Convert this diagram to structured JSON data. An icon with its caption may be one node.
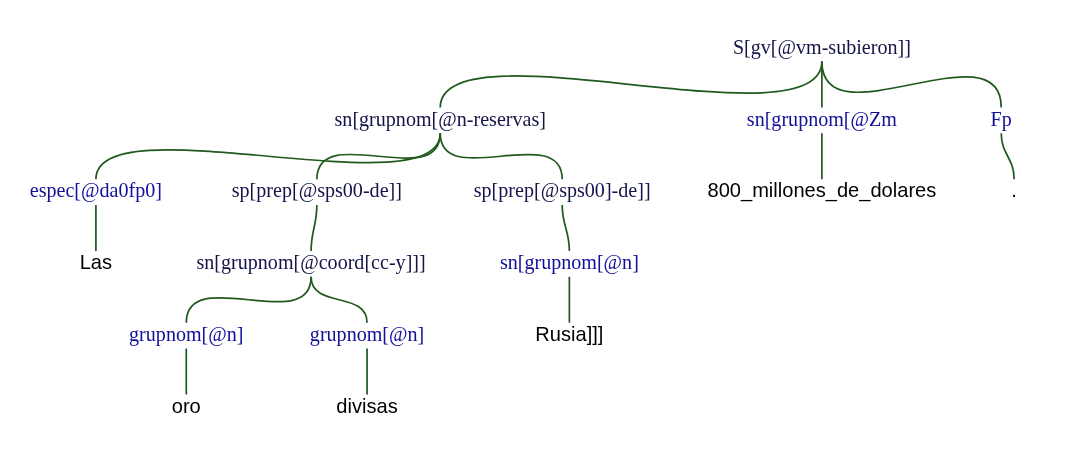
{
  "diagram": {
    "nodes": [
      {
        "text": [
          "S[gv[@vm-subieron]]"
        ]
      },
      {
        "text": [
          "sn[grupnom[@n-reservas]"
        ]
      },
      {
        "text": [
          "sn[grupnom[@Zm"
        ]
      },
      {
        "text": [
          "Fp"
        ]
      },
      {
        "text": [
          "espec[@da0fp0]"
        ]
      },
      {
        "text": [
          "sp[prep[@sps00-de]]"
        ]
      },
      {
        "text": [
          "sp[prep[@sps00]-de]]"
        ]
      },
      {
        "text": [
          "800_millones_de_dolares"
        ]
      },
      {
        "text": [
          "."
        ]
      },
      {
        "text": [
          "Las"
        ]
      },
      {
        "text": [
          "sn[grupnom[@coord[cc-y]]]"
        ]
      },
      {
        "text": [
          "sn[grupnom[@n]"
        ]
      },
      {
        "text": [
          "grupnom[@n]"
        ]
      },
      {
        "text": [
          "grupnom[@n]"
        ]
      },
      {
        "text": [
          "Rusia]]]"
        ]
      },
      {
        "text": [
          "oro"
        ]
      },
      {
        "text": [
          "divisas"
        ]
      }
    ],
    "edges": [
      {
        "from": 0,
        "to": 1,
        "arrow": "none"
      },
      {
        "from": 0,
        "to": 2,
        "arrow": "none"
      },
      {
        "from": 0,
        "to": 3,
        "arrow": "none"
      },
      {
        "from": 1,
        "to": 4,
        "arrow": "none"
      },
      {
        "from": 1,
        "to": 5,
        "arrow": "none"
      },
      {
        "from": 1,
        "to": 6,
        "arrow": "none"
      },
      {
        "from": 2,
        "to": 7,
        "arrow": "none"
      },
      {
        "from": 3,
        "to": 8,
        "arrow": "none"
      },
      {
        "from": 4,
        "to": 9,
        "arrow": "none"
      },
      {
        "from": 5,
        "to": 10,
        "arrow": "none"
      },
      {
        "from": 6,
        "to": 11,
        "arrow": "none"
      },
      {
        "from": 10,
        "to": 12,
        "arrow": "none"
      },
      {
        "from": 10,
        "to": 13,
        "arrow": "none"
      },
      {
        "from": 11,
        "to": 14,
        "arrow": "none"
      },
      {
        "from": 12,
        "to": 15,
        "arrow": "none"
      },
      {
        "from": 13,
        "to": 16,
        "arrow": "none"
      }
    ]
  }
}
